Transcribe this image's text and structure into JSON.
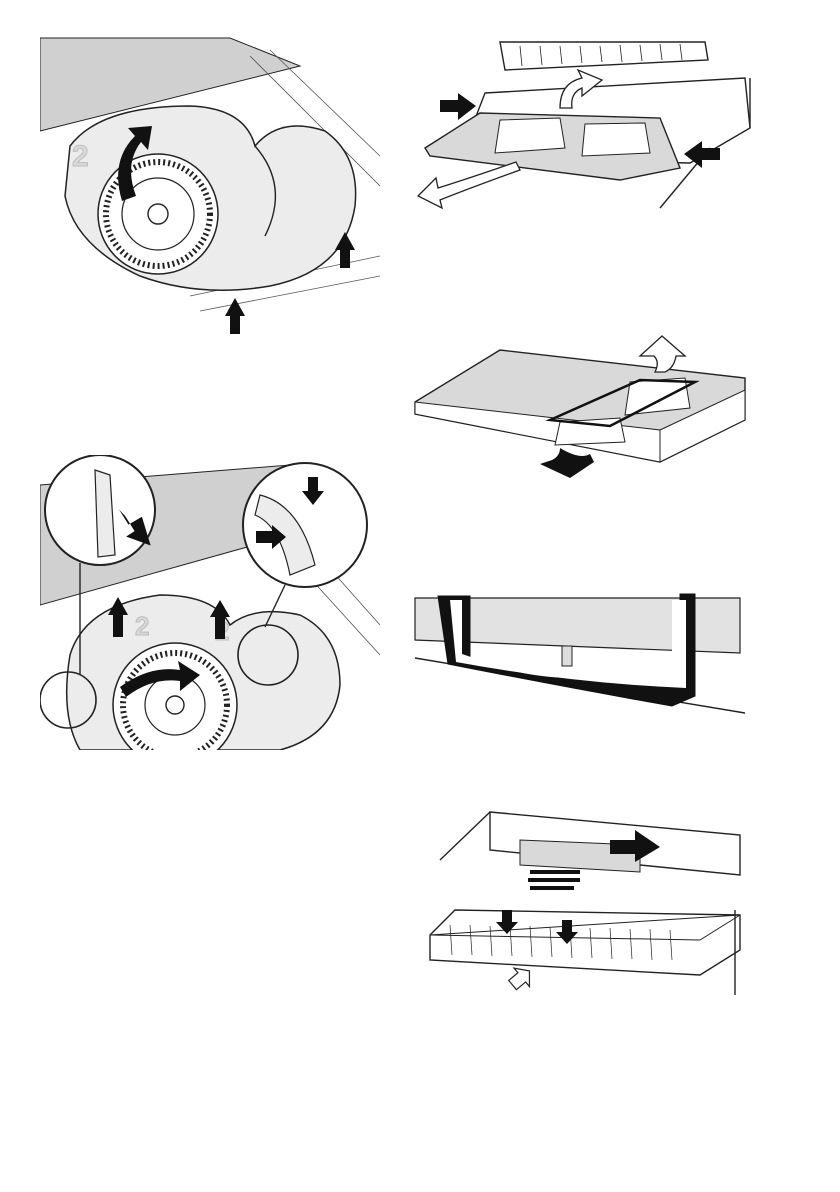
{
  "figures": {
    "fan_removal": {
      "step_numbers": [
        "2"
      ]
    },
    "fan_clips": {
      "step_numbers": [
        "2",
        "2"
      ]
    }
  },
  "icons": [
    "up-arrow-icon",
    "rotate-arrow-icon",
    "push-arrow-icon",
    "lift-arrow-icon",
    "pull-arrow-icon",
    "slide-arrow-icon"
  ],
  "colors": {
    "ink": "#1a1a1a",
    "panel_grey": "#d0d0d0",
    "light_grey": "#ececec",
    "outline_arrow": "#ffffff"
  }
}
